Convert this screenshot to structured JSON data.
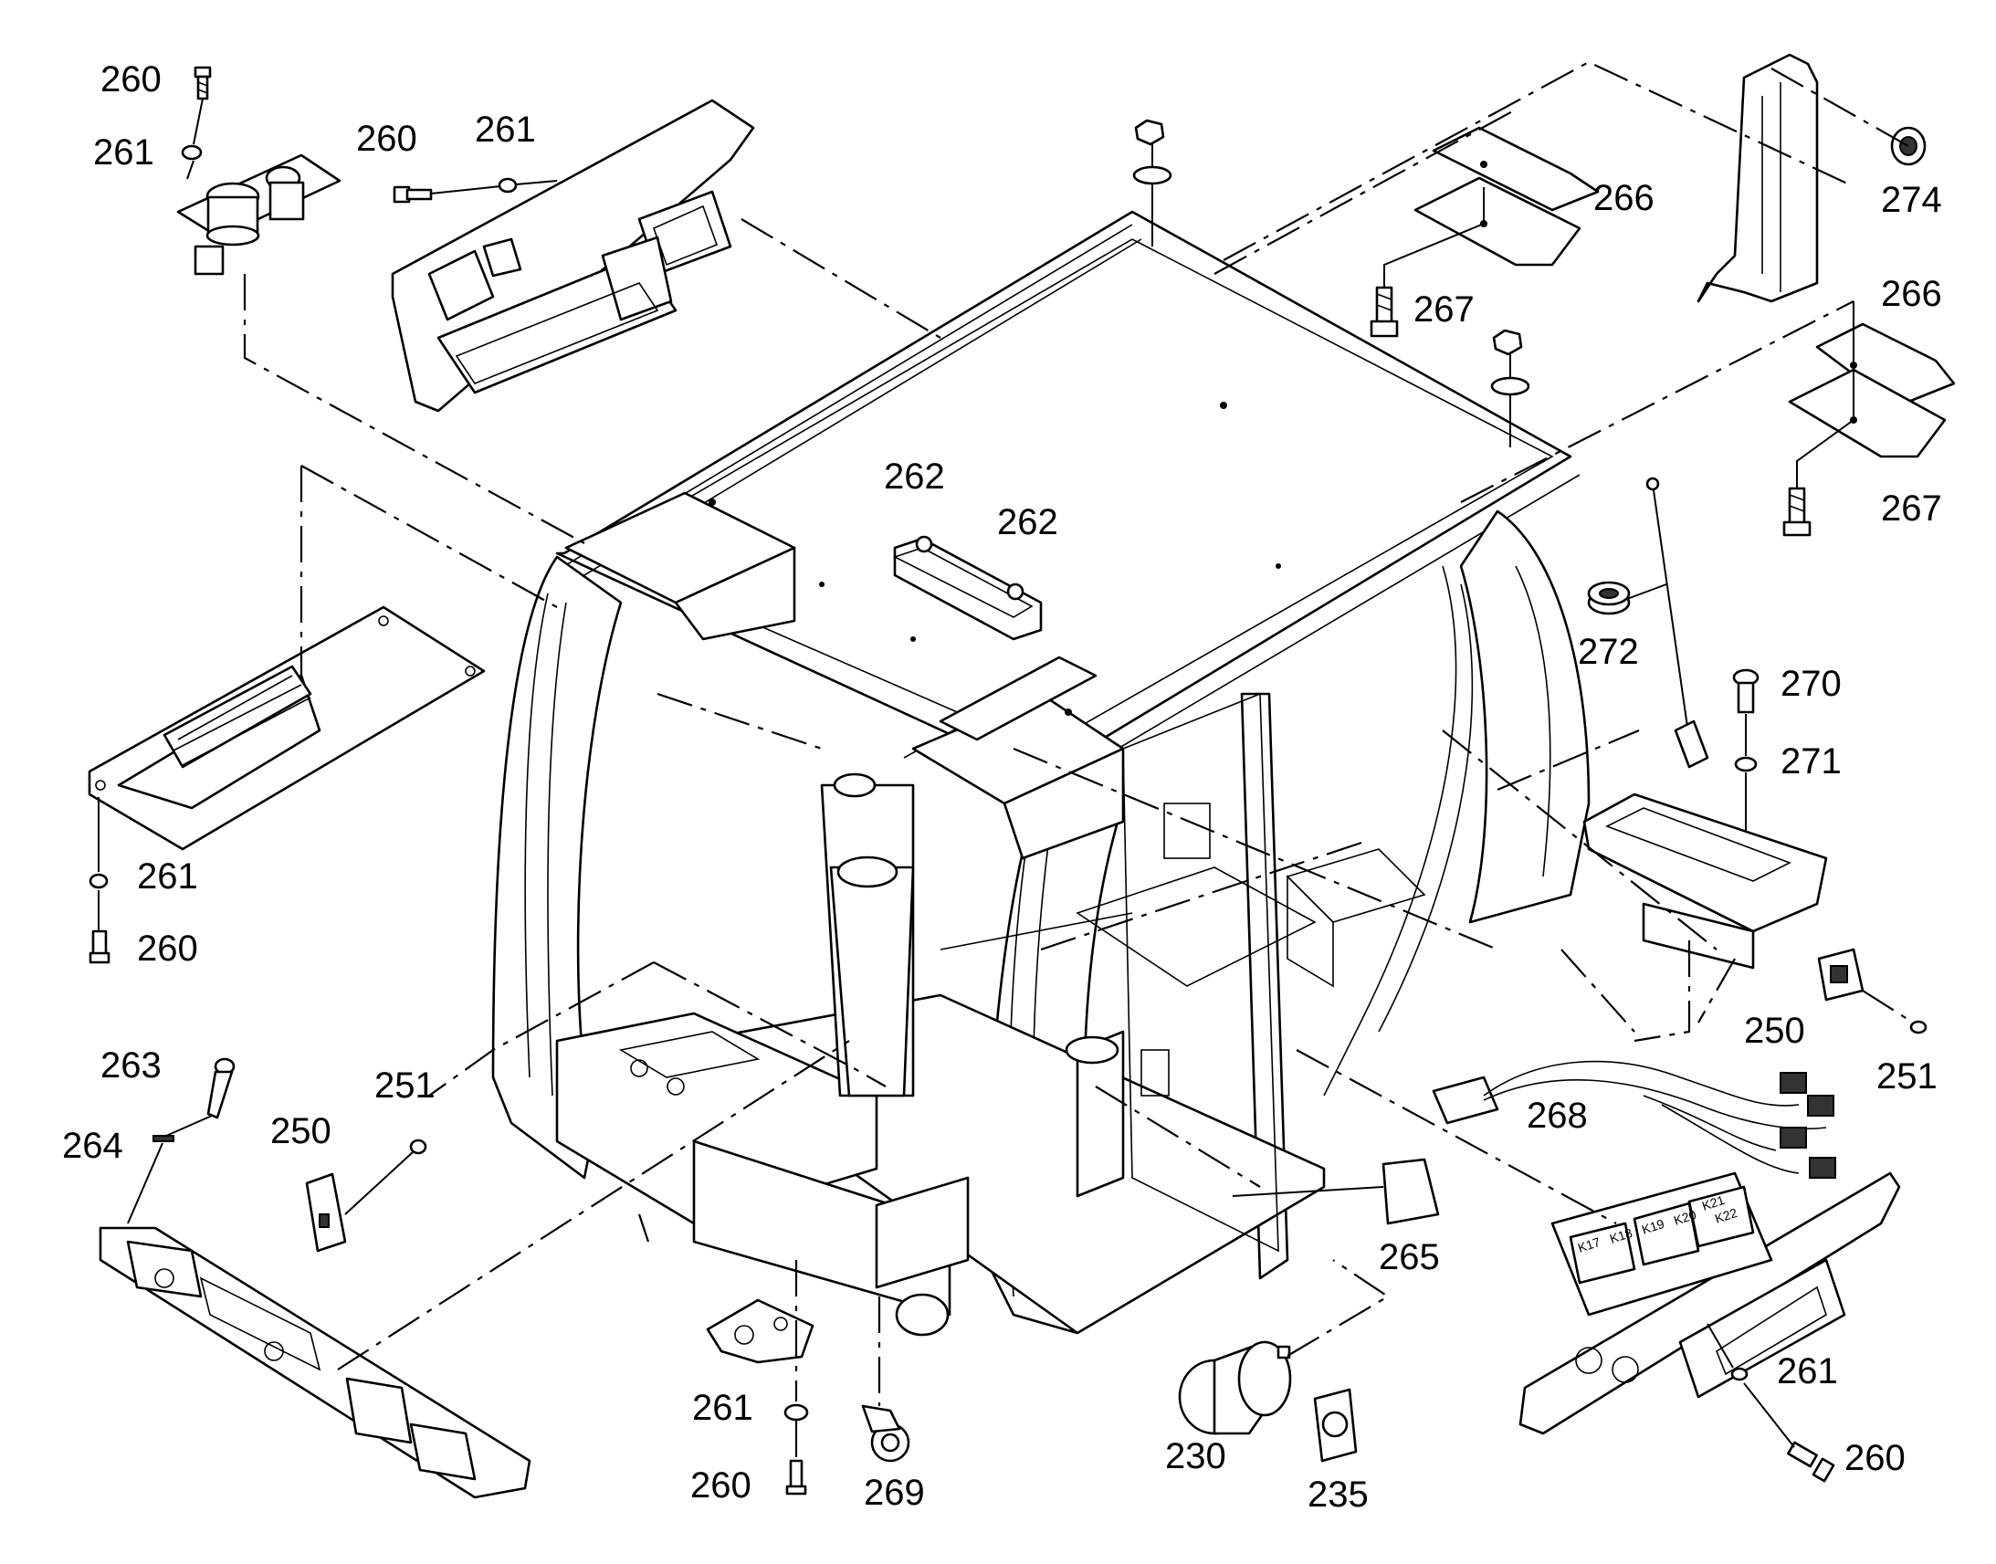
{
  "figure": {
    "callouts": [
      {
        "id": "c-260-a",
        "text": "260"
      },
      {
        "id": "c-261-a",
        "text": "261"
      },
      {
        "id": "c-260-b",
        "text": "260"
      },
      {
        "id": "c-261-b",
        "text": "261"
      },
      {
        "id": "c-266-a",
        "text": "266"
      },
      {
        "id": "c-267-a",
        "text": "267"
      },
      {
        "id": "c-274",
        "text": "274"
      },
      {
        "id": "c-266-b",
        "text": "266"
      },
      {
        "id": "c-267-b",
        "text": "267"
      },
      {
        "id": "c-262-a",
        "text": "262"
      },
      {
        "id": "c-262-b",
        "text": "262"
      },
      {
        "id": "c-272",
        "text": "272"
      },
      {
        "id": "c-270",
        "text": "270"
      },
      {
        "id": "c-271",
        "text": "271"
      },
      {
        "id": "c-261-c",
        "text": "261"
      },
      {
        "id": "c-260-c",
        "text": "260"
      },
      {
        "id": "c-250-a",
        "text": "250"
      },
      {
        "id": "c-251-a",
        "text": "251"
      },
      {
        "id": "c-263",
        "text": "263"
      },
      {
        "id": "c-251-b",
        "text": "251"
      },
      {
        "id": "c-264",
        "text": "264"
      },
      {
        "id": "c-250-b",
        "text": "250"
      },
      {
        "id": "c-268",
        "text": "268"
      },
      {
        "id": "c-265",
        "text": "265"
      },
      {
        "id": "c-261-d",
        "text": "261"
      },
      {
        "id": "c-260-d",
        "text": "260"
      },
      {
        "id": "c-261-e",
        "text": "261"
      },
      {
        "id": "c-260-e",
        "text": "260"
      },
      {
        "id": "c-269",
        "text": "269"
      },
      {
        "id": "c-230",
        "text": "230"
      },
      {
        "id": "c-235",
        "text": "235"
      }
    ],
    "relay_labels": [
      "K17",
      "K18",
      "K19",
      "K20",
      "K21",
      "K22"
    ]
  }
}
